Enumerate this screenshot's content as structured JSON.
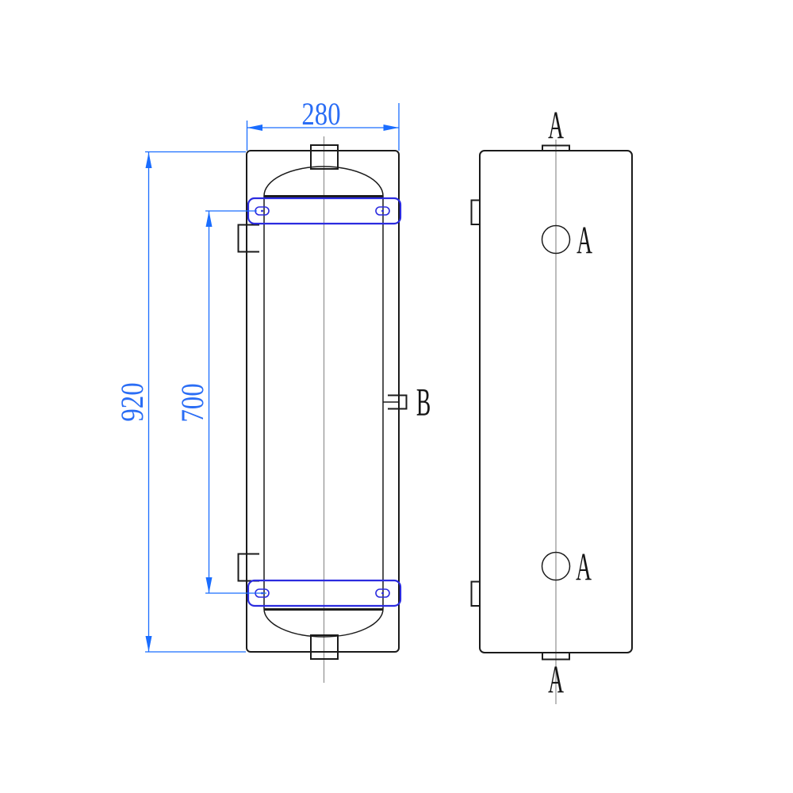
{
  "drawing": {
    "front_view": {
      "dimensions": {
        "width": "280",
        "overall_height": "920",
        "bracket_span": "700"
      },
      "labels": {
        "nozzle_b": "B"
      }
    },
    "side_view": {
      "labels": {
        "nozzle_top": "A",
        "hole_upper": "A",
        "hole_lower": "A",
        "nozzle_bottom": "A"
      }
    },
    "colors": {
      "dimension_blue": "#1a6dff",
      "dimension_text_blue": "#2a6df5",
      "bracket_blue": "#2b2bdf",
      "object_black": "#1b1b1b",
      "centerline_gray": "#909090",
      "background": "#ffffff"
    }
  }
}
